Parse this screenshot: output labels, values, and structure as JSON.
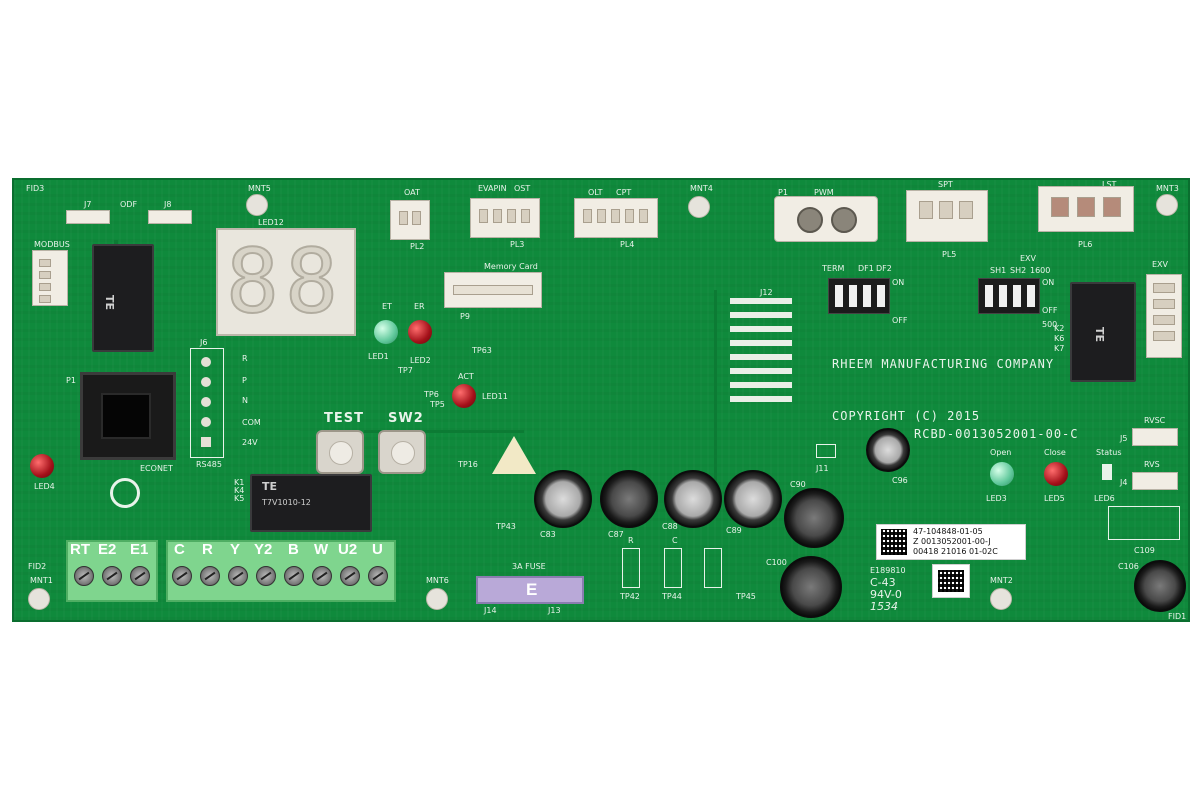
{
  "board": {
    "color": "#0f8a3c",
    "manufacturer": "RHEEM MANUFACTURING COMPANY",
    "copyright": "COPYRIGHT (C) 2015",
    "part_number": "RCBD-0013052001-00-C"
  },
  "silkscreen": {
    "fid3": "FID3",
    "fid2": "FID2",
    "fid1": "FID1",
    "j7": "J7",
    "odf": "ODF",
    "j8": "J8",
    "mnt5": "MNT5",
    "mnt4": "MNT4",
    "mnt3": "MNT3",
    "mnt1": "MNT1",
    "mnt6": "MNT6",
    "mnt2": "MNT2",
    "led12": "LED12",
    "oat": "OAT",
    "pl2": "PL2",
    "evapin": "EVAPIN",
    "ost": "OST",
    "pl3": "PL3",
    "olt": "OLT",
    "cpt": "CPT",
    "pl4": "PL4",
    "p1": "P1",
    "pwm": "PWM",
    "spt": "SPT",
    "pl5": "PL5",
    "lst": "LST",
    "pl6": "PL6",
    "modbus": "MODBUS",
    "memory_card": "Memory Card",
    "p9": "P9",
    "term": "TERM",
    "df1": "DF1",
    "df2": "DF2",
    "exv": "EXV",
    "exv_right": "EXV",
    "sh1": "SH1",
    "sh2": "SH2",
    "sh1600": "1600",
    "sh500": "500",
    "on": "ON",
    "off": "OFF",
    "j12": "J12",
    "j6": "J6",
    "r": "R",
    "p": "P",
    "n": "N",
    "com": "COM",
    "v24": "24V",
    "rs485": "RS485",
    "et": "ET",
    "er": "ER",
    "led1": "LED1",
    "led2": "LED2",
    "tp7": "TP7",
    "tp63": "TP63",
    "tp6": "TP6",
    "tp5": "TP5",
    "act": "ACT",
    "led11": "LED11",
    "p1_left": "P1",
    "econet": "ECONET",
    "led4": "LED4",
    "test": "TEST",
    "sw2": "SW2",
    "k1": "K1",
    "k4": "K4",
    "k5": "K5",
    "k2": "K2",
    "k6": "K6",
    "k7": "K7",
    "tp16": "TP16",
    "tp43": "TP43",
    "c83": "C83",
    "c87": "C87",
    "c88": "C88",
    "c89": "C89",
    "c90": "C90",
    "c100": "C100",
    "c96": "C96",
    "c109": "C109",
    "c106": "C106",
    "j11": "J11",
    "open": "Open",
    "close": "Close",
    "status": "Status",
    "led3": "LED3",
    "led5": "LED5",
    "led6": "LED6",
    "rvsc": "RVSC",
    "j5": "J5",
    "rvs": "RVS",
    "j4": "J4",
    "fuse": "3A FUSE",
    "fuse_letter": "E",
    "j14": "J14",
    "j13": "J13",
    "r_jp": "R",
    "c_jp": "C",
    "tp42": "TP42",
    "tp44": "TP44",
    "tp45": "TP45",
    "ul_code": "E189810",
    "c43": "C-43",
    "v0": "94V-0",
    "handwritten": "1534"
  },
  "relays": {
    "relay_top_left": "TE",
    "relay_bottom": "TE",
    "relay_bottom_model": "T7V1010-12",
    "relay_right": "TE"
  },
  "terminals": {
    "left_group": [
      "RT",
      "E2",
      "E1"
    ],
    "right_group": [
      "C",
      "R",
      "Y",
      "Y2",
      "B",
      "W",
      "U2",
      "U"
    ]
  },
  "sticker": {
    "line1": "47-104848-01-05",
    "line2": "Z 0013052001-00-J",
    "line3": "00418 21016 01-02C"
  },
  "display": {
    "digits": "88"
  }
}
